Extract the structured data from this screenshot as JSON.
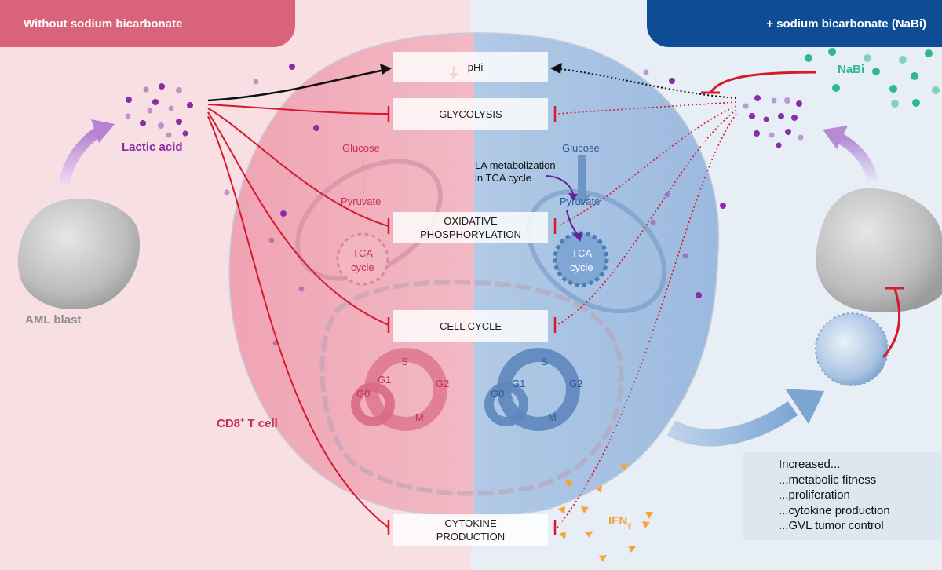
{
  "header": {
    "left_title": "Without sodium bicarbonate",
    "right_title": "+ sodium bicarbonate (NaBi)"
  },
  "boxes": {
    "phi": "pHi",
    "glycolysis": "GLYCOLYSIS",
    "oxphos_line1": "OXIDATIVE",
    "oxphos_line2": "PHOSPHORYLATION",
    "cell_cycle": "CELL CYCLE",
    "cytokine_line1": "CYTOKINE",
    "cytokine_line2": "PRODUCTION"
  },
  "labels": {
    "lactic_acid": "Lactic acid",
    "aml_blast": "AML blast",
    "cd8": "CD8",
    "cd8_sup": "+",
    "cd8_suffix": " T cell",
    "nabi": "NaBi",
    "ifn": "IFN",
    "ifn_gamma": "γ",
    "la_metabolization_1": "LA metabolization",
    "la_metabolization_2": "in TCA cycle",
    "glucose_left": "Glucose",
    "pyruvate_left": "Pyruvate",
    "tca_left_1": "TCA",
    "tca_left_2": "cycle",
    "glucose_right": "Glucose",
    "pyruvate_right": "Pyruvate",
    "tca_right_1": "TCA",
    "tca_right_2": "cycle",
    "phase_s_left": "S",
    "phase_g1_left": "G1",
    "phase_g2_left": "G2",
    "phase_g0_left": "G0",
    "phase_m_left": "M",
    "phase_s_right": "S",
    "phase_g1_right": "G1",
    "phase_g2_right": "G2",
    "phase_g0_right": "G0",
    "phase_m_right": "M"
  },
  "increased": {
    "title": "Increased...",
    "items": [
      "...metabolic fitness",
      "...proliferation",
      "...cytokine production",
      "...GVL tumor control"
    ]
  },
  "colors": {
    "left_panel": "#f7dfe4",
    "right_panel": "#e7eef6",
    "left_banner": "#d9637a",
    "right_banner": "#0f4c96",
    "inhibit_red": "#d7192d",
    "lactic_purple": "#8a2da8",
    "nabi_green": "#2fb88f",
    "ifn_orange": "#f3a43a"
  }
}
